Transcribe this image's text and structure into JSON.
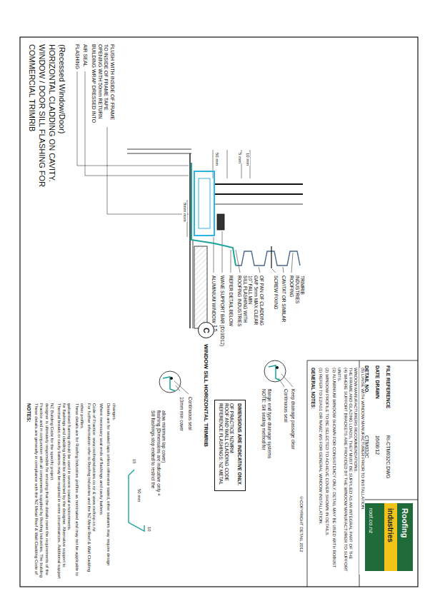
{
  "diagram": {
    "nodes": [
      {
        "text": [
          "C"
        ]
      },
      {
        "text": [
          "REFERENCE FLASHINGS: NZ METAL ROOF AND WALL CLADDING CODE OF PRACTICE NZMRM",
          "DIMENSIONS ARE INDICATIVE ONLY."
        ]
      }
    ],
    "labels": [
      "COMMERCIAL TRIMRIB",
      "WINDOW / DOOR SILL FLASHING FOR",
      "HORIZONTAL CLADDING ON CAVITY.",
      "(Recessed Window/Door)",
      "FLASHING",
      "AIR SEAL",
      "BUILDING WRAP DRESSED INTO OPENING WITH 50mm RETURN TO INSIDE OF FRAME TAPE FLUSH WITH INSIDE OF FRAME",
      "8mm nom",
      "ALUMINIUM WINDOW",
      "WANE SUPPORT BAR (D10/D12)",
      "REFER DETAIL BELOW",
      "50 mm",
      "5 mm",
      "10 mm",
      "ROOFING INDUSTRIES SILL FLASHING WITH 10° FALL MIN",
      "GAP 5mm MAX CLEAR OF PAN OF CLADDING",
      "SCREW FIXING",
      "CAVITAT OR SIMILAR",
      "ROOFING INDUSTRIES TRIMRIB",
      "1:5",
      "WINDOW SILL HORIZONTAL TRIMRIB",
      "NOTES:",
      "These details are generally in compliance with the NZ Metal Roof & Wall Cladding Code of Practice and in conjunction with all components supplied by Roofing Industries. The building designer is ultimately responsible for ensuring that the details meet the requirements of the NZ Building Code for the specific project.",
      "Thermal breaks or cavity battens may be required in some circumstances. Additional support for flashings and cladding should be determined by the designer. Alternative support to galvanised framing should be used in severe coastal environments.",
      "These details are for Roofing Industries profiles as nominated and may not be applicable to other profiles.",
      "For further information refer to Roofing Industries and the NZ Metal Roof & Wall Cladding Code of Practice: www.roofingindustries.co.nz & www.roofcop.co.nz",
      "Where necessary seal ends of flashings and cavity battens.",
      "Details are for sealed laps unless otherwise stated, other sealants may require design changes.",
      "15",
      "10",
      "50 mm",
      "Sill flashings stop ended to restrict the flashing (Dimensions are indicative only + allow minimum lap cover)",
      "10mm min cover",
      "Continuous seal",
      "NOTE: Sill sealing method for flange end type drainage systems",
      "Continuous seal",
      "Keep drainage passage clear",
      "©COPYRIGHT DETAIL 2012",
      "GENERAL NOTES:",
      "(1) REFER TO E2/AS1 OR NAWZ WS FOR GENERAL WINDOW INSTALLATION.",
      "(2) WINDOW PROFILE TO BE SELECTED TO ACHIEVE COVER SHOWN IN DETAILS.",
      "(3) ALUMINIUM WINDOW SHOWN FOR CONSISTENCY ONLY. DETAIL MAY BE USED WITH ROBUST UNITS.",
      "(4) WHERE SUPPORT BRACKETS ARE PROVIDED BY THE WINDOW MANUFACTURER TO SUPPORT THE FRAME AND GLAZING LOADS, THEY MUST BE SUPPLIED AS AN INTEGRAL PART OF THE WINDOW MANUFACTURERS RECOMMENDATIONS.",
      "(5) LIAISE WITH WINDOW MANUFACTURER PRIOR TO INSTALLATION.",
      "DETAIL NO.",
      "CTM032C",
      "DATE DRAWN",
      "16/08/12",
      "FILE REFERENCE",
      "RI-CTM032C.DWG",
      "Roofing",
      "industries",
      "roof.co.nz"
    ]
  }
}
